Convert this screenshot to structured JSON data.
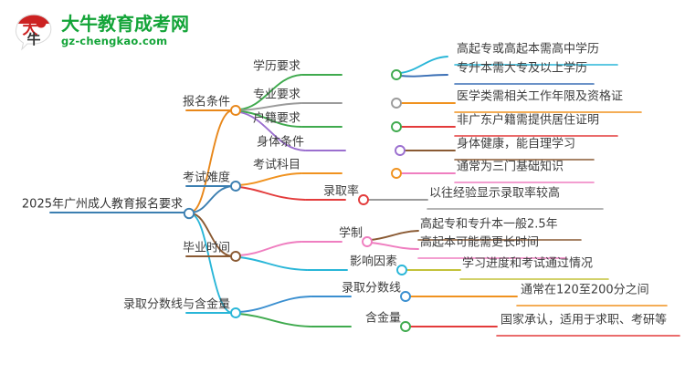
{
  "brand": {
    "name": "大牛教育成考网",
    "url": "gz-chengkao.com",
    "logo_icon": "speech-bubble-daniu-logo",
    "color": "#13a438",
    "mark_color": "#cc2222"
  },
  "mindmap": {
    "root": {
      "label": "2025年广州成人教育报名要求",
      "color": "#3c7fb1"
    },
    "branches": [
      {
        "label": "报名条件",
        "color": "#e8871a",
        "children": [
          {
            "label": "学历要求",
            "color": "#3faa4e",
            "leaves": [
              {
                "label": "高起专或高起本需高中学历",
                "color": "#29b6d8"
              },
              {
                "label": "专升本需大专及以上学历",
                "color": "#3a6fb5"
              }
            ]
          },
          {
            "label": "专业要求",
            "color": "#9b9b9b",
            "leaves": [
              {
                "label": "医学类需相关工作年限及资格证",
                "color": "#f0921f"
              }
            ]
          },
          {
            "label": "户籍要求",
            "color": "#3faa4e",
            "leaves": [
              {
                "label": "非广东户籍需提供居住证明",
                "color": "#e33b3b"
              }
            ]
          },
          {
            "label": "身体条件",
            "color": "#9b6fcf",
            "leaves": [
              {
                "label": "身体健康，能自理学习",
                "color": "#8a5a33"
              }
            ]
          }
        ]
      },
      {
        "label": "考试难度",
        "color": "#3c7fb1",
        "children": [
          {
            "label": "考试科目",
            "color": "#f0921f",
            "leaves": [
              {
                "label": "通常为三门基础知识",
                "color": "#ef7ec0"
              }
            ]
          },
          {
            "label": "录取率",
            "color": "#e33b3b",
            "leaves": [
              {
                "label": "以往经验显示录取率较高",
                "color": "#9b9b9b"
              }
            ]
          }
        ]
      },
      {
        "label": "毕业时间",
        "color": "#8a5a33",
        "children": [
          {
            "label": "学制",
            "color": "#ef7ec0",
            "leaves": [
              {
                "label": "高起专和专升本一般2.5年",
                "color": "#8a5a33"
              },
              {
                "label": "高起本可能需更长时间",
                "color": "#ef7ec0"
              }
            ]
          },
          {
            "label": "影响因素",
            "color": "#29b6d8",
            "leaves": [
              {
                "label": "学习进度和考试通过情况",
                "color": "#c3c23a"
              }
            ]
          }
        ]
      },
      {
        "label": "录取分数线与含金量",
        "color": "#29b6d8",
        "children": [
          {
            "label": "录取分数线",
            "color": "#3a8fd0",
            "leaves": [
              {
                "label": "通常在120至200分之间",
                "color": "#f0921f"
              }
            ]
          },
          {
            "label": "含金量",
            "color": "#3faa4e",
            "leaves": [
              {
                "label": "国家承认，适用于求职、考研等",
                "color": "#e33b3b"
              }
            ]
          }
        ]
      }
    ]
  }
}
